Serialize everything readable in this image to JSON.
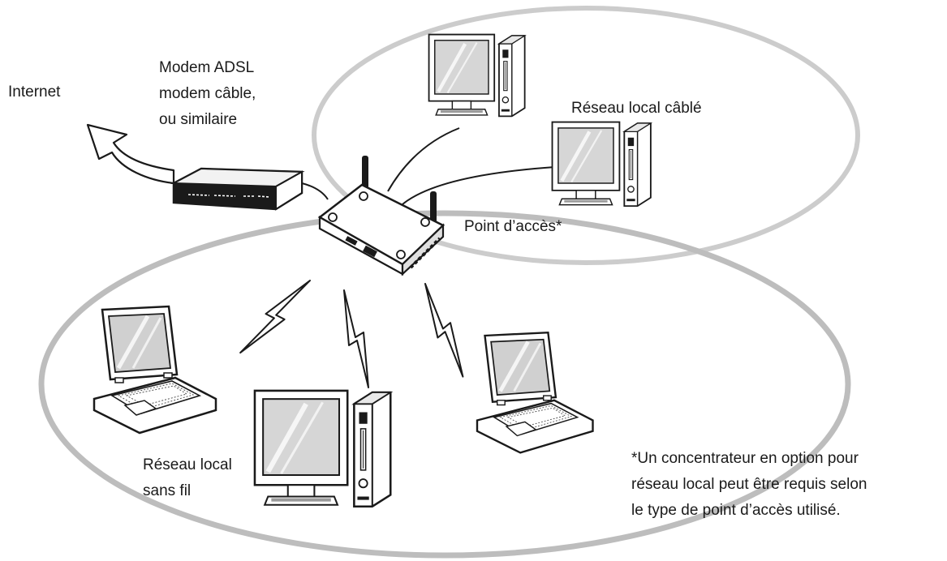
{
  "labels": {
    "internet": "Internet",
    "modem": [
      "Modem ADSL",
      "modem câble,",
      "ou similaire"
    ],
    "wired_lan": "Réseau local câblé",
    "access_point": "Point d’accès*",
    "wireless_lan": [
      "Réseau local",
      "sans fil"
    ],
    "footnote": [
      "*Un concentrateur en option pour",
      "réseau local peut être requis selon",
      "le type de point d’accès utilisé."
    ]
  },
  "icons": {
    "internet": "curved-arrow-icon",
    "modem": "modem-icon",
    "access_point": "access-point-icon",
    "desktop": "desktop-computer-icon",
    "laptop": "laptop-icon",
    "wireless": "lightning-bolt-icon"
  },
  "colors": {
    "ellipse_stroke": "#c9c9c9",
    "screen_fill": "#d0d0d0",
    "device_fill": "#ffffff",
    "device_dark": "#1a1a1a"
  }
}
